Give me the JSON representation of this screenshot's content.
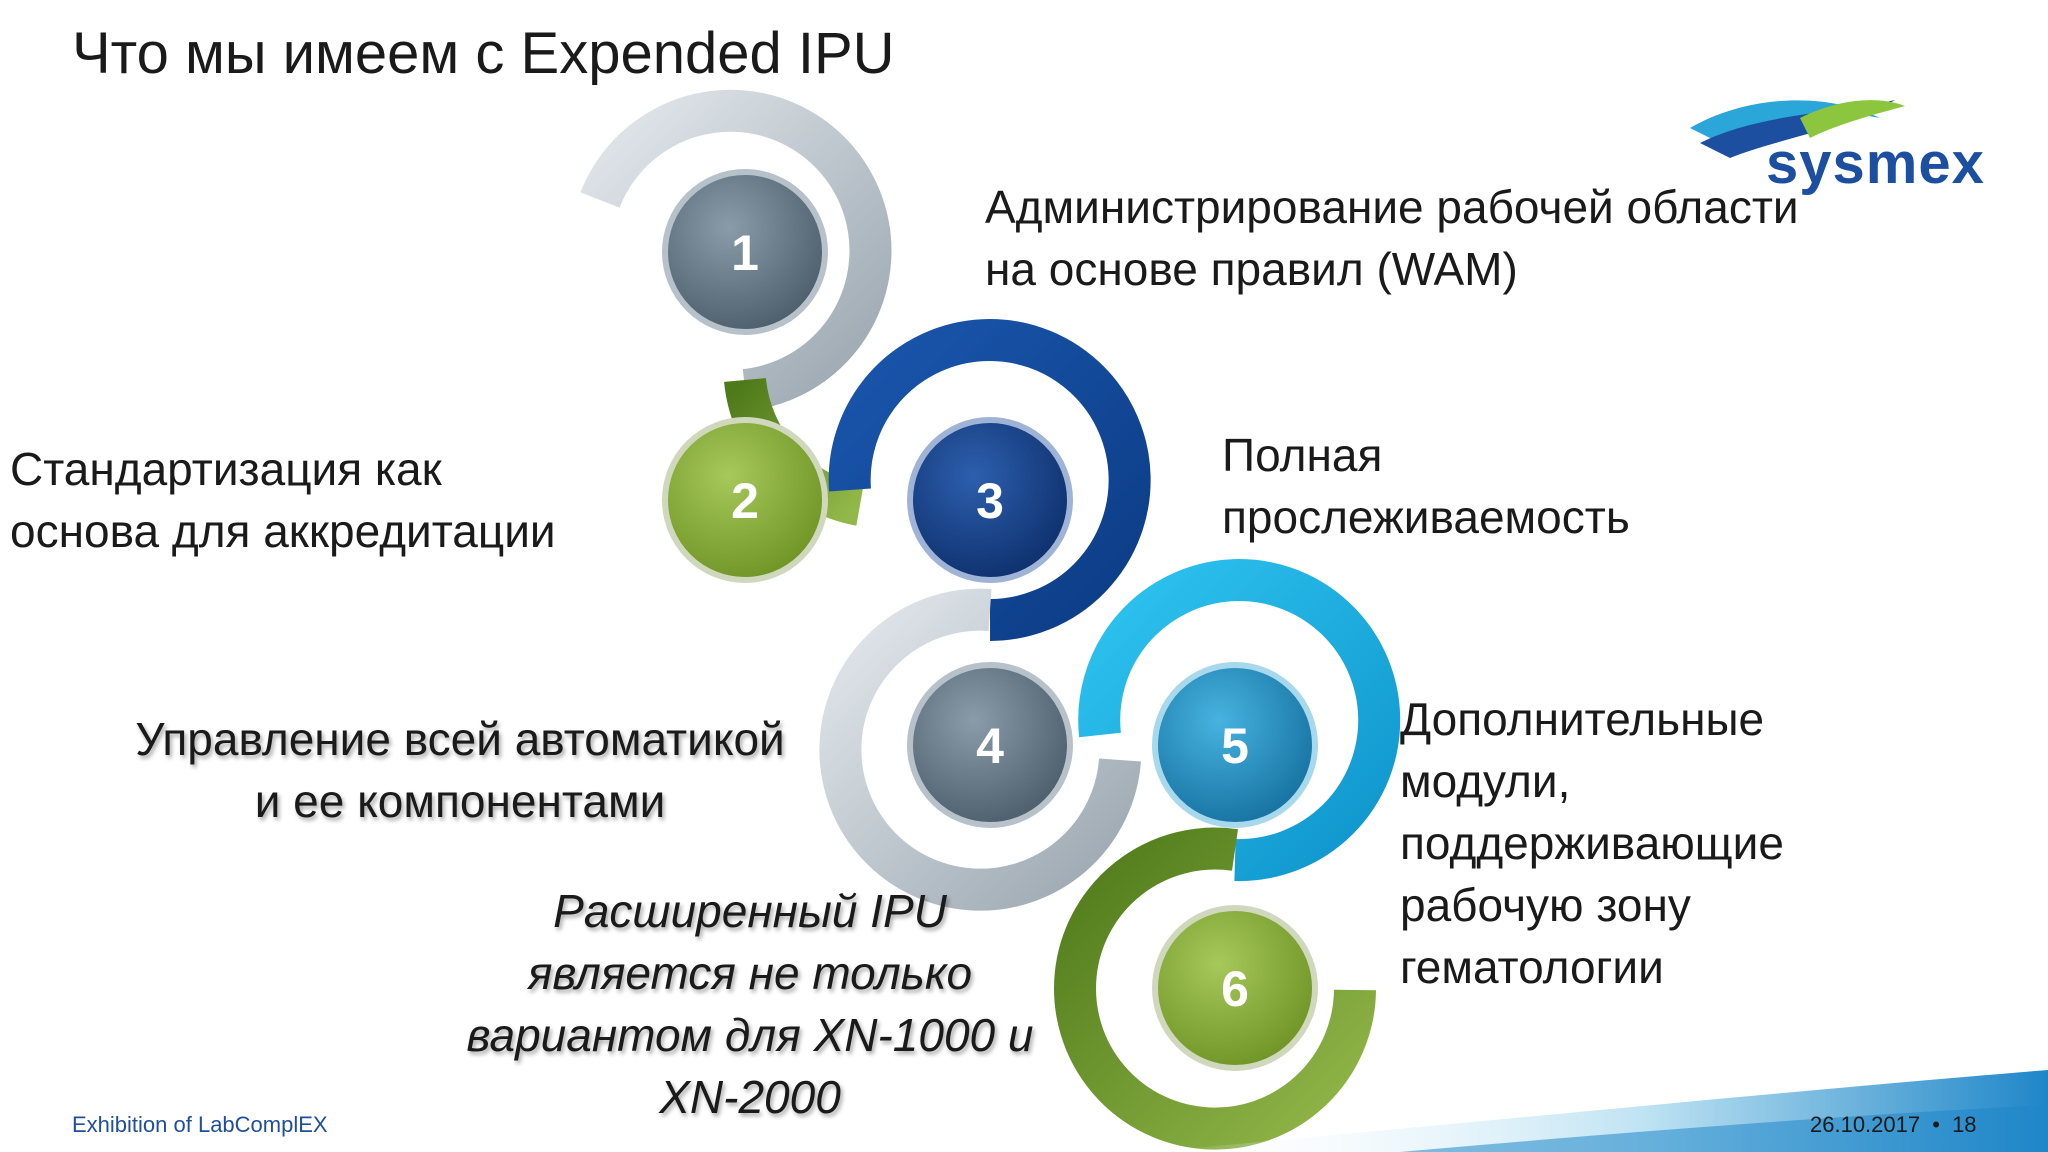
{
  "title": "Что мы имеем с Expended IPU",
  "logo": {
    "text": "sysmex"
  },
  "steps": [
    {
      "number": "1",
      "lines": [
        "Администрирование рабочей области",
        "на основе правил (WAM)"
      ]
    },
    {
      "number": "2",
      "lines": [
        "Стандартизация как",
        "основа для аккредитации"
      ]
    },
    {
      "number": "3",
      "lines": [
        "Полная",
        "прослеживаемость"
      ]
    },
    {
      "number": "4",
      "lines": [
        "Управление всей автоматикой",
        "и ее компонентами"
      ]
    },
    {
      "number": "5",
      "lines": [
        "Дополнительные",
        "модули,",
        "поддерживающие",
        "рабочую зону",
        "гематологии"
      ]
    },
    {
      "number": "6",
      "lines": []
    }
  ],
  "note": {
    "lines": [
      "Расширенный IPU",
      "является не только",
      "вариантом для XN-1000 и",
      "XN-2000"
    ]
  },
  "footer": {
    "event": "Exhibition of LabComplEX",
    "date": "26.10.2017",
    "separator": "•",
    "page": "18"
  },
  "colors": {
    "gray_ring": "#c3cbd1",
    "green_ring": "#6f9a2c",
    "blue_ring": "#1f5fb5",
    "light_blue_ring": "#26b6e6",
    "circle_1": "#5f7282",
    "circle_2": "#86ab38",
    "circle_3": "#143f86",
    "circle_4": "#5a6c7a",
    "circle_5": "#1f8fc0",
    "circle_6": "#86ab38",
    "brand_blue": "#1c4fa0"
  }
}
